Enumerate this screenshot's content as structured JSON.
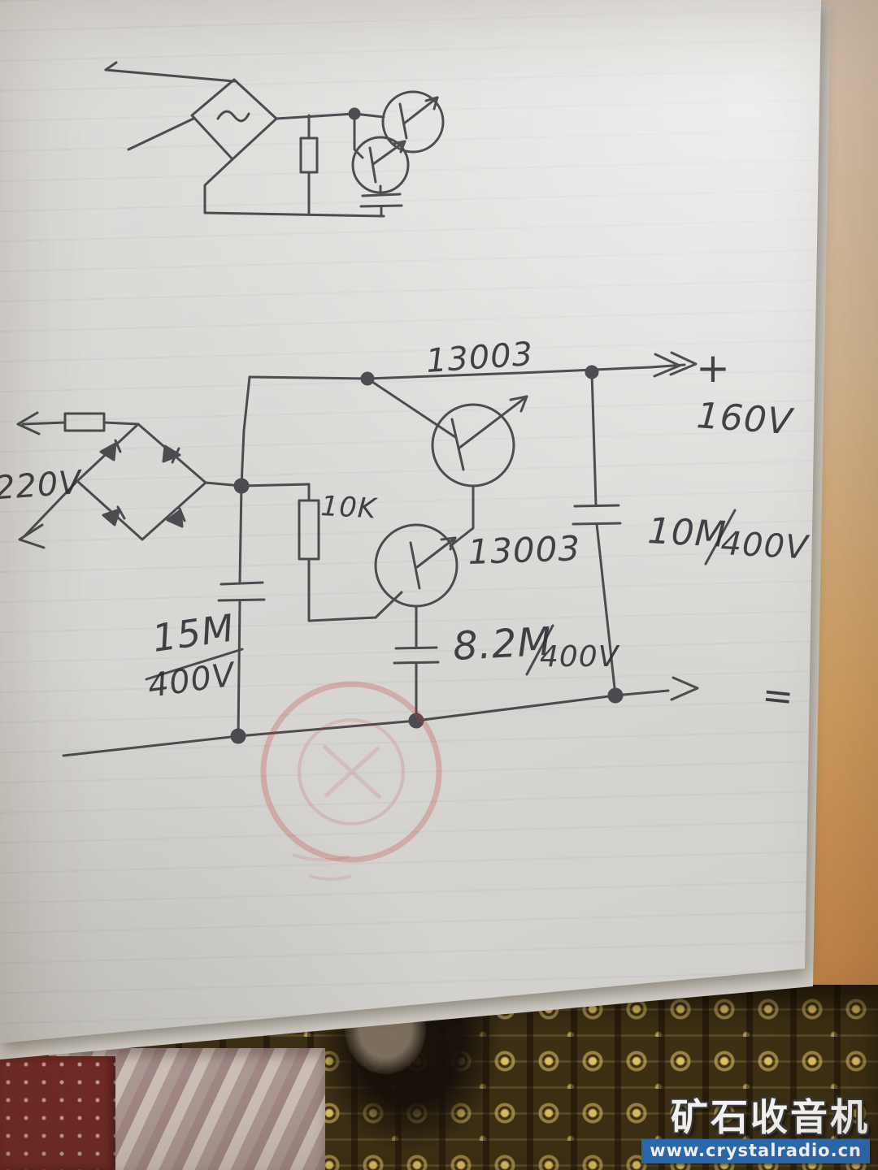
{
  "circuit": {
    "input_label": "220V",
    "q1_label": "13003",
    "q2_label": "13003",
    "r1_label": "10K",
    "c1_value": "15M",
    "c1_voltage": "400V",
    "c2_value": "8.2M",
    "c2_voltage": "400V",
    "c3_value": "10M",
    "c3_voltage": "400V",
    "out_plus": "+",
    "out_voltage": "160V",
    "out_minus": "="
  },
  "watermark": {
    "title": "矿石收音机",
    "url": "www.crystalradio.cn"
  },
  "colors": {
    "ink": "#2f3036",
    "stamp_red": "#c23b34",
    "url_bar_blue": "#2a6db8",
    "paper": "#d8d7d4"
  }
}
